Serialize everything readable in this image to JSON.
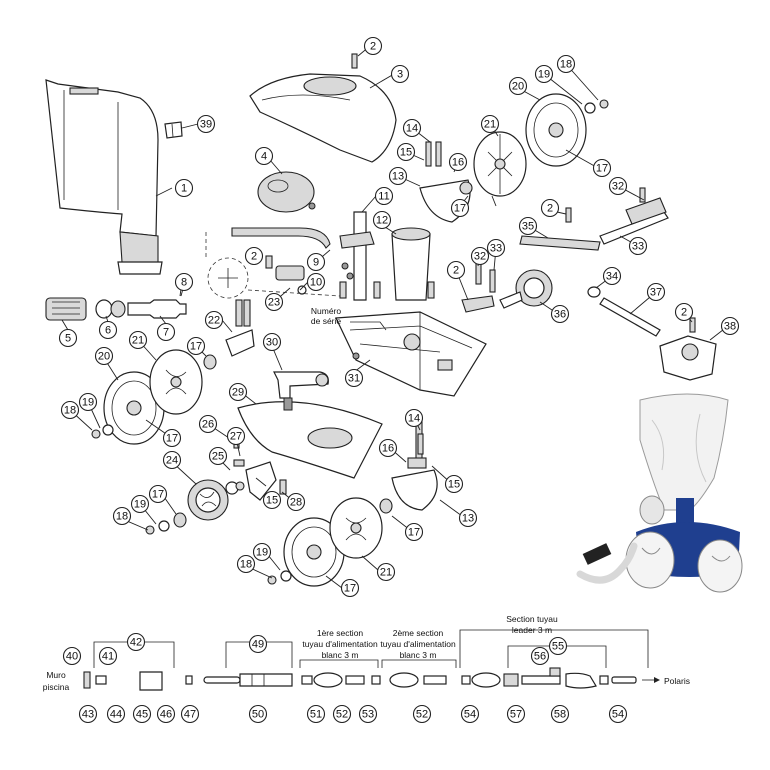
{
  "diagram": {
    "callouts": [
      "1",
      "2",
      "3",
      "4",
      "5",
      "6",
      "7",
      "8",
      "9",
      "10",
      "11",
      "12",
      "13",
      "14",
      "15",
      "16",
      "17",
      "18",
      "19",
      "20",
      "21",
      "22",
      "23",
      "24",
      "25",
      "26",
      "27",
      "28",
      "29",
      "30",
      "31",
      "32",
      "33",
      "34",
      "35",
      "36",
      "37",
      "38",
      "39",
      "40",
      "41",
      "42",
      "43",
      "44",
      "45",
      "46",
      "47",
      "49",
      "50",
      "51",
      "52",
      "53",
      "54",
      "55",
      "56",
      "57",
      "58"
    ],
    "labels": {
      "serial_line1": "Numéro",
      "serial_line2": "de série",
      "pool_wall_line1": "Muro",
      "pool_wall_line2": "piscina",
      "hose_section1_line1": "1ère section",
      "hose_section1_line2": "tuyau d'alimentation",
      "hose_section1_line3": "blanc 3 m",
      "hose_section2_line1": "2ème section",
      "hose_section2_line2": "tuyau d'alimentation",
      "hose_section2_line3": "blanc 3 m",
      "leader_line1": "Section tuyau",
      "leader_line2": "leader 3 m",
      "polaris": "Polaris"
    },
    "colors": {
      "line": "#222222",
      "part_fill": "#ffffff",
      "part_shade": "#d9d9d9",
      "photo_blue": "#1f3f8f",
      "photo_bag": "#f2f2f2"
    }
  }
}
